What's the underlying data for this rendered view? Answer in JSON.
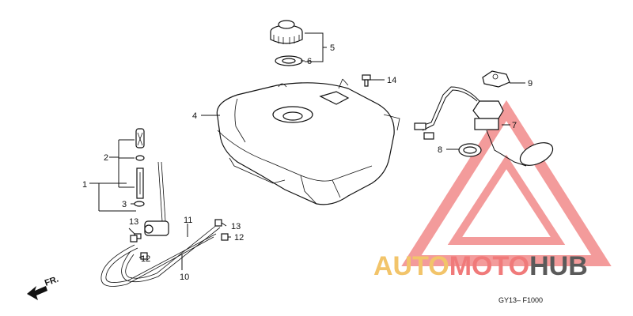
{
  "callouts": {
    "c1": "1",
    "c2": "2",
    "c3": "3",
    "c4": "4",
    "c5": "5",
    "c6": "6",
    "c7": "7",
    "c8": "8",
    "c9": "9",
    "c10": "10",
    "c11": "11",
    "c12a": "12",
    "c12b": "12",
    "c13a": "13",
    "c13b": "13",
    "c14": "14"
  },
  "front_indicator": "FR.",
  "diagram_code": "GY13– F1000",
  "watermark": {
    "part1": "AUTO",
    "part2": "MOTO",
    "part3": "HUB",
    "color_primary": "#f07a7a",
    "color_accent": "#f2c46a",
    "color_dark": "#5a5a5a"
  }
}
